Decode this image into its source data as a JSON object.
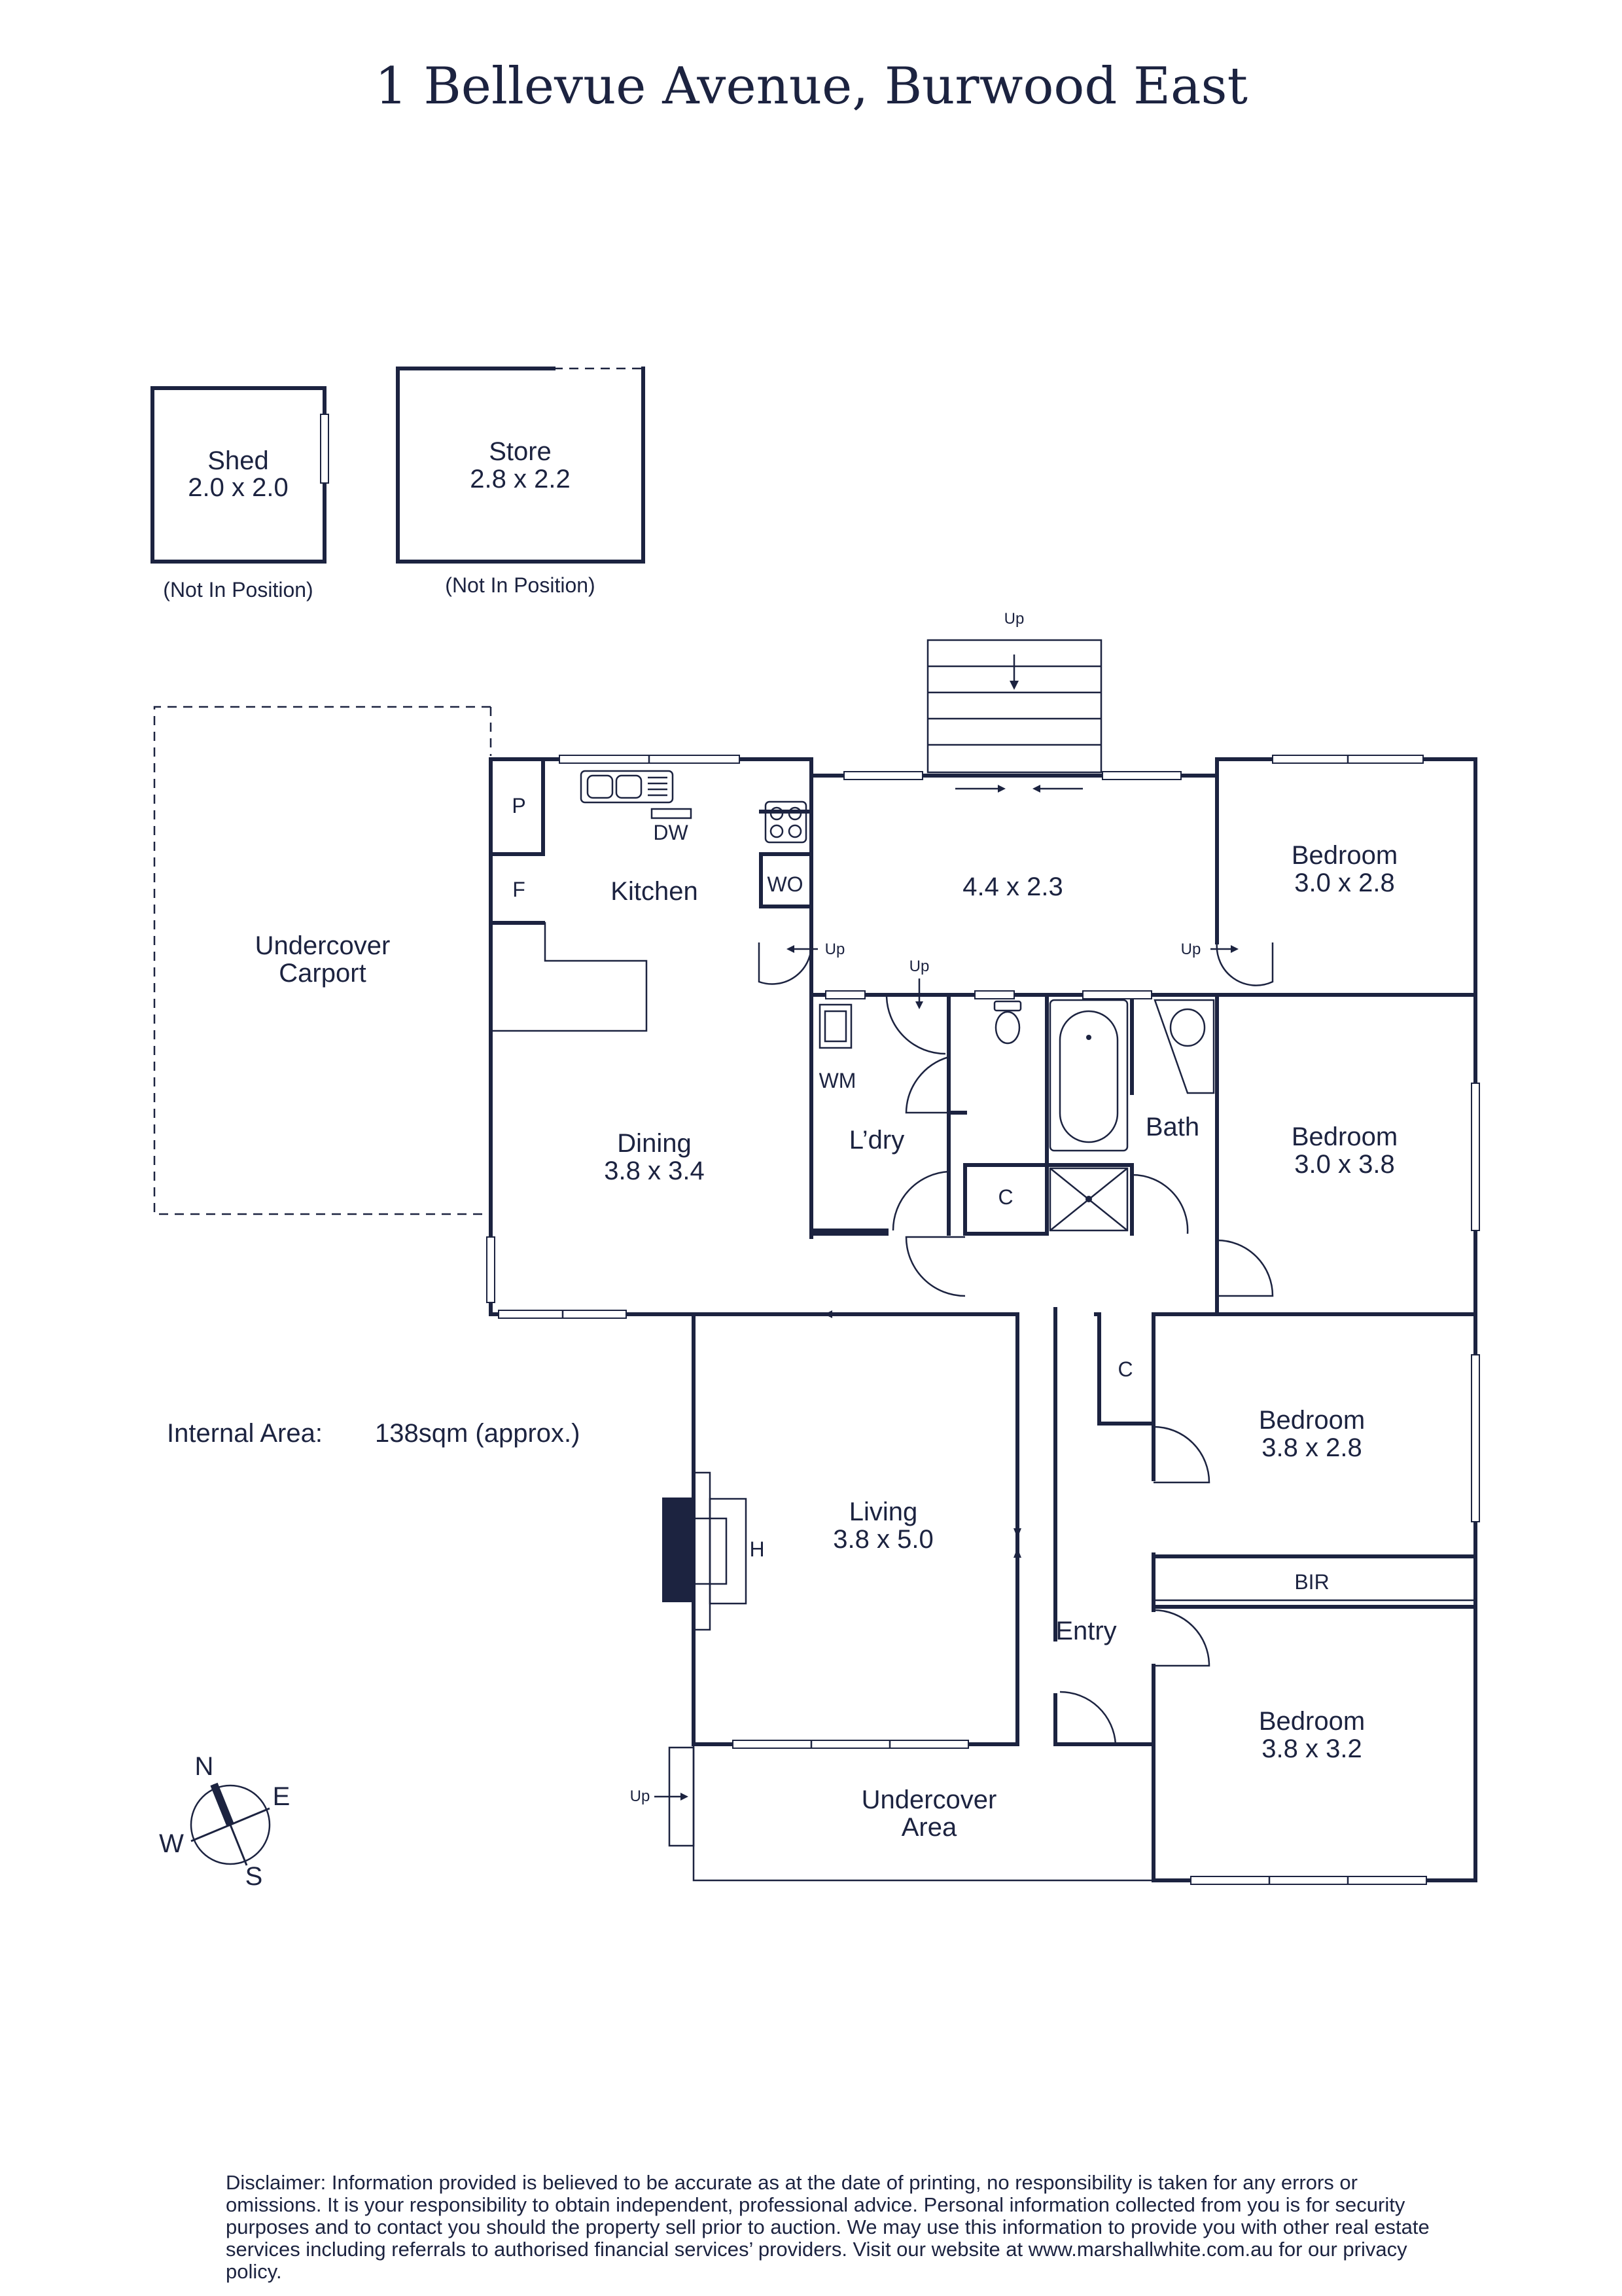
{
  "title": "1 Bellevue Avenue, Burwood East",
  "outbuildings": [
    {
      "name": "Shed",
      "size": "2.0 x 2.0",
      "note": "(Not In Position)"
    },
    {
      "name": "Store",
      "size": "2.8 x 2.2",
      "note": "(Not In Position)"
    }
  ],
  "rooms": {
    "carport": [
      "Undercover",
      "Carport"
    ],
    "kitchen": "Kitchen",
    "pantry": "P",
    "fridge": "F",
    "dishwasher": "DW",
    "wall_oven": "WO",
    "family": "4.4 x 2.3",
    "bedroom1": {
      "name": "Bedroom",
      "size": "3.0 x 2.8"
    },
    "bedroom2": {
      "name": "Bedroom",
      "size": "3.0 x 3.8"
    },
    "bedroom3": {
      "name": "Bedroom",
      "size": "3.8 x 2.8"
    },
    "bedroom4": {
      "name": "Bedroom",
      "size": "3.8 x 3.2"
    },
    "dining": {
      "name": "Dining",
      "size": "3.8 x 3.4"
    },
    "laundry": "L’dry",
    "washing_machine": "WM",
    "bath": "Bath",
    "cupboard": "C",
    "living": {
      "name": "Living",
      "size": "3.8 x 5.0"
    },
    "heater": "H",
    "entry": "Entry",
    "bir": "BIR",
    "undercover_area": [
      "Undercover",
      "Area"
    ]
  },
  "stairs_label": "Up",
  "internal_area": {
    "label": "Internal Area:",
    "value": "138sqm (approx.)"
  },
  "compass": {
    "n": "N",
    "e": "E",
    "s": "S",
    "w": "W"
  },
  "disclaimer": "Disclaimer: Information provided is believed to be accurate as at the date of printing, no responsibility is taken for any errors or omissions. It is your responsibility to obtain independent, professional advice. Personal information collected from you is for security purposes and to contact you should the property sell prior to auction. We may use this information to provide you with other real estate services including referrals to authorised financial services’ providers. Visit our website at www.marshallwhite.com.au for our privacy policy.",
  "colors": {
    "ink": "#1c2340",
    "background": "#ffffff"
  }
}
